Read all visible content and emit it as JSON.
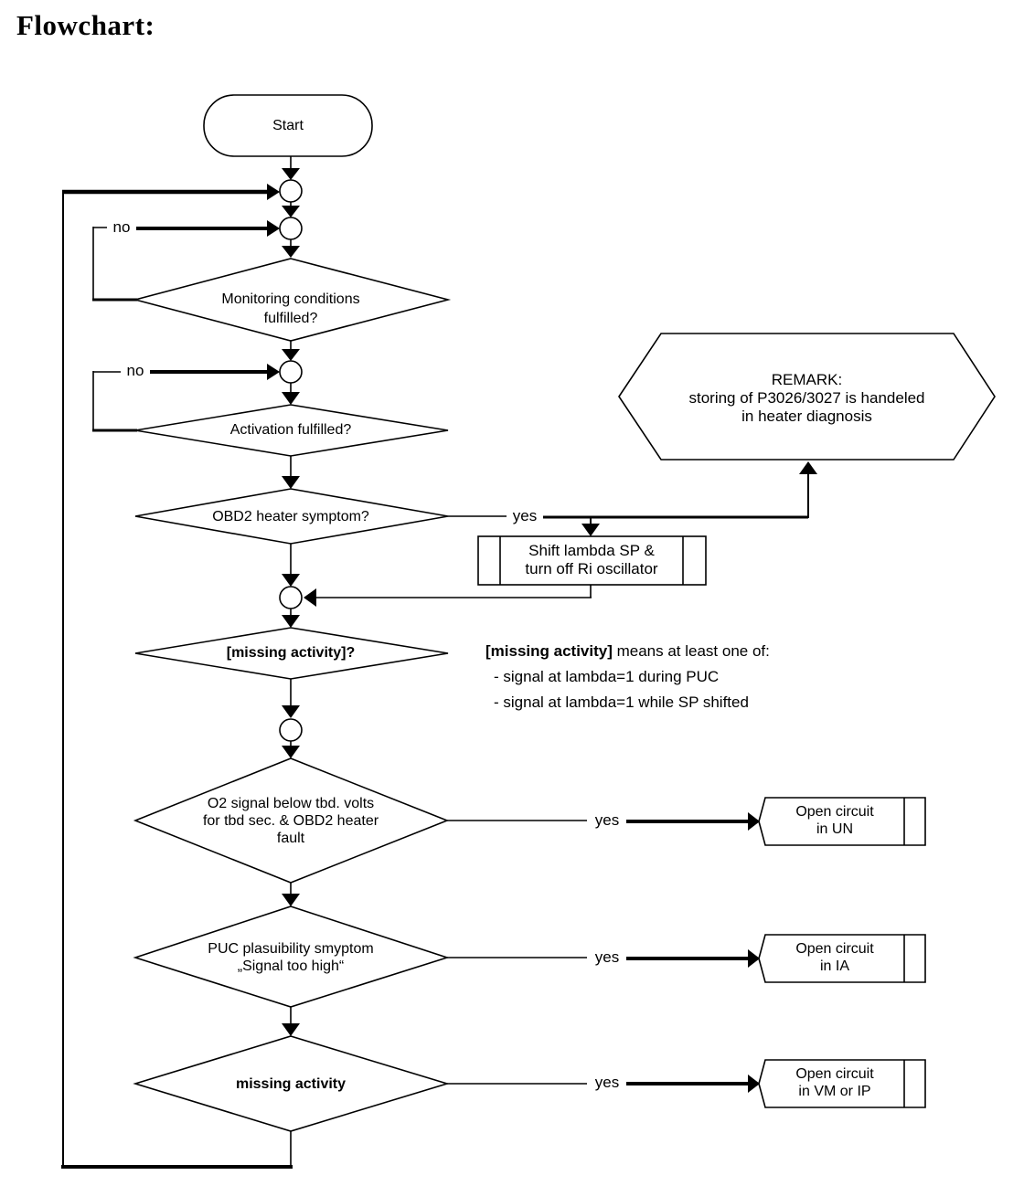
{
  "title": "Flowchart:",
  "nodes": {
    "start": {
      "label": "Start"
    },
    "monitoring": {
      "lines": [
        "Monitoring conditions",
        "fulfilled?"
      ]
    },
    "activation": {
      "lines": [
        "Activation fulfilled?"
      ]
    },
    "obd2": {
      "lines": [
        "OBD2 heater symptom?"
      ]
    },
    "missing_q": {
      "lines": [
        "[missing activity]?"
      ]
    },
    "o2_signal": {
      "lines": [
        "O2 signal below tbd. volts",
        "for tbd sec. & OBD2 heater",
        "fault"
      ]
    },
    "puc": {
      "lines": [
        "PUC plasuibility smyptom",
        "„Signal too high“"
      ]
    },
    "missing": {
      "lines": [
        "missing activity"
      ]
    },
    "shift": {
      "lines": [
        "Shift lambda SP &",
        "turn off Ri oscillator"
      ]
    },
    "remark": {
      "lines": [
        "REMARK:",
        "storing of P3026/3027 is handeled",
        "in heater diagnosis"
      ]
    },
    "open_un": {
      "lines": [
        "Open circuit",
        "in UN"
      ]
    },
    "open_ia": {
      "lines": [
        "Open circuit",
        "in IA"
      ]
    },
    "open_vm": {
      "lines": [
        "Open circuit",
        "in VM or IP"
      ]
    }
  },
  "labels": {
    "no_monitoring": "no",
    "no_activation": "no",
    "yes_obd2": "yes",
    "yes_o2": "yes",
    "yes_puc": "yes",
    "yes_missing": "yes"
  },
  "note": {
    "intro_bold": "[missing activity]",
    "intro_rest": " means at least one of:",
    "items": [
      "- signal at lambda=1 during PUC",
      "- signal at lambda=1 while SP shifted"
    ]
  },
  "colors": {
    "ink": "#000000",
    "background": "#ffffff"
  }
}
